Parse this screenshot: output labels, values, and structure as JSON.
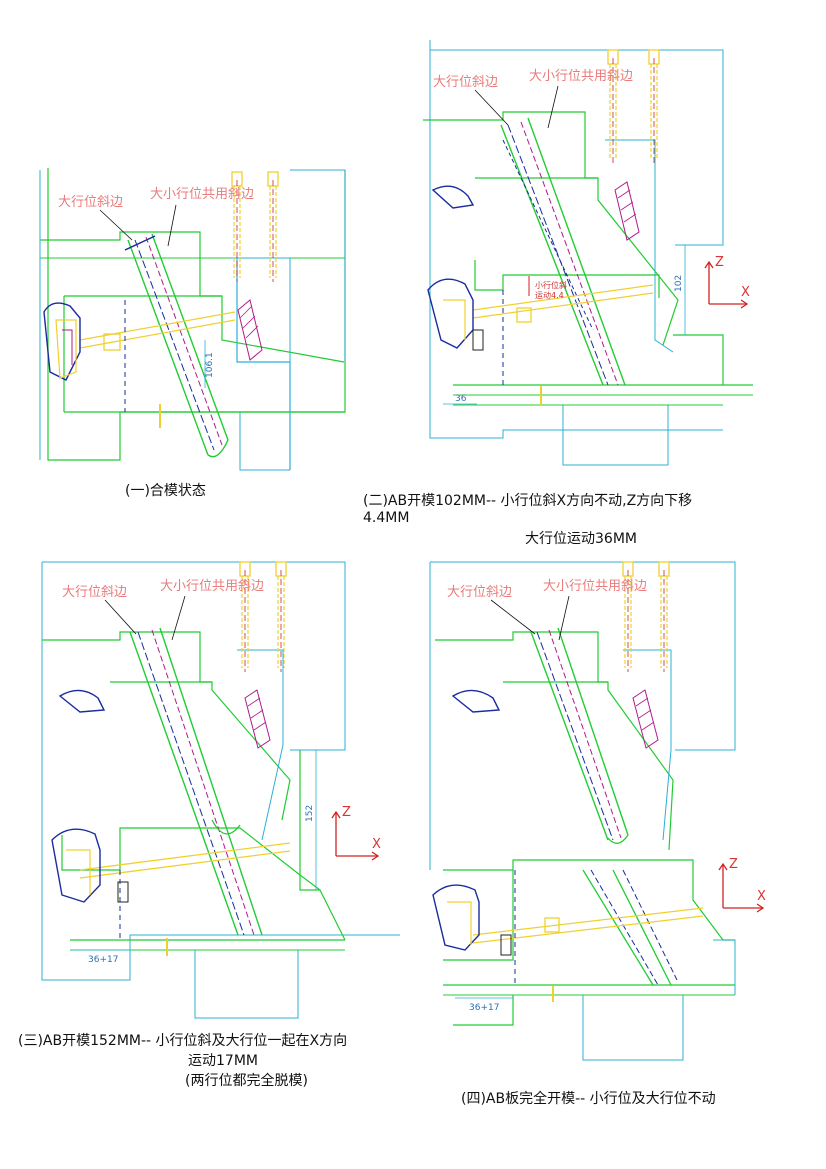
{
  "labels": {
    "big_slider_slope": "大行位斜边",
    "shared_slope": "大小行位共用斜边",
    "axis_z": "Z",
    "axis_x": "X",
    "small_slider_move": "小行位斜",
    "small_slider_move2": "运动4.4"
  },
  "panels": [
    {
      "caption": "(一)合模状态",
      "dimension": "106.1"
    },
    {
      "caption_line1": "(二)AB开模102MM-- 小行位斜X方向不动,Z方向下移",
      "caption_line2": "4.4MM",
      "caption_line3": "大行位运动36MM",
      "dimension_vertical": "102",
      "dimension_horizontal": "36"
    },
    {
      "caption_line1": "(三)AB开模152MM-- 小行位斜及大行位一起在X方向",
      "caption_line2": "运动17MM",
      "caption_line3": "(两行位都完全脱模)",
      "dimension_vertical": "152",
      "dimension_horizontal": "36+17"
    },
    {
      "caption": "(四)AB板完全开模-- 小行位及大行位不动",
      "dimension_horizontal": "36+17"
    }
  ],
  "colors": {
    "green": "#22cc33",
    "cyan": "#2ab0d6",
    "blue": "#1a2c9e",
    "yellow": "#f0d030",
    "magenta": "#b01a8a",
    "red": "#d22222",
    "label": "#e97b7b"
  }
}
